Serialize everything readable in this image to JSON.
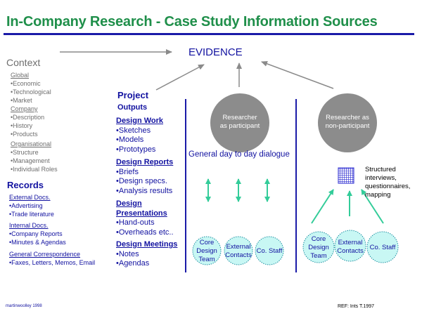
{
  "title": "In-Company Research  - Case Study Information Sources",
  "evidence": "EVIDENCE",
  "context": {
    "heading": "Context",
    "global": {
      "heading": "Global",
      "items": [
        "•Economic",
        "•Technological",
        "•Market"
      ]
    },
    "company": {
      "heading": "Company",
      "items": [
        "•Description",
        "•History",
        "•Products"
      ]
    },
    "organisational": {
      "heading": "Organisational",
      "items": [
        "•Structure",
        "•Management",
        "•Individual Roles"
      ]
    }
  },
  "records": {
    "heading": "Records",
    "external": {
      "heading": "External Docs.",
      "items": [
        "•Advertising",
        "•Trade literature"
      ]
    },
    "internal": {
      "heading": "Internal Docs.",
      "items": [
        "•Company Reports",
        "•Minutes & Agendas"
      ]
    },
    "correspondence": {
      "heading": "General Correspondence",
      "items": [
        "•Faxes, Letters, Memos, Email"
      ]
    }
  },
  "project": {
    "heading1": "Project",
    "heading2": "Outputs",
    "design_work": {
      "heading": "Design Work",
      "items": [
        "•Sketches",
        "•Models",
        "•Prototypes"
      ]
    },
    "design_reports": {
      "heading": "Design Reports",
      "items": [
        "•Briefs",
        "•Design specs.",
        "•Analysis results"
      ]
    },
    "design_presentations": {
      "heading1": "Design ",
      "heading2": "Presentations",
      "items": [
        "•Hand-outs",
        "•Overheads etc.."
      ]
    },
    "design_meetings": {
      "heading": "Design Meetings",
      "items": [
        "•Notes",
        "•Agendas"
      ]
    }
  },
  "participant": {
    "circle_line1": "Researcher",
    "circle_line2": "as participant",
    "dialogue": "General day to day dialogue",
    "nodes": [
      {
        "line1": "Core",
        "line2": "Design",
        "line3": "Team"
      },
      {
        "line1": "External",
        "line2": "Contacts",
        "line3": ""
      },
      {
        "line1": "Co. Staff",
        "line2": "",
        "line3": ""
      }
    ]
  },
  "non_participant": {
    "circle_line1": "Researcher as",
    "circle_line2": "non-participant",
    "structured_line1": "Structured",
    "structured_line2": "interviews,",
    "structured_line3": "questionnaires,",
    "structured_line4": "mapping",
    "nodes": [
      {
        "line1": "Core",
        "line2": "Design",
        "line3": "Team"
      },
      {
        "line1": "External",
        "line2": "Contacts",
        "line3": ""
      },
      {
        "line1": "Co. Staff",
        "line2": "",
        "line3": ""
      }
    ]
  },
  "footer_left": "martinwoolley 1998",
  "footer_right": "REF: Ints T.1997",
  "colors": {
    "title_green": "#1f8f4a",
    "blue": "#1212a0",
    "grey_text": "#6e6e6e",
    "circle_grey": "#8c8c8c",
    "node_fill": "#c8f7f4",
    "arrow_green": "#33cc99",
    "grid_blue": "#2a2ad0"
  }
}
